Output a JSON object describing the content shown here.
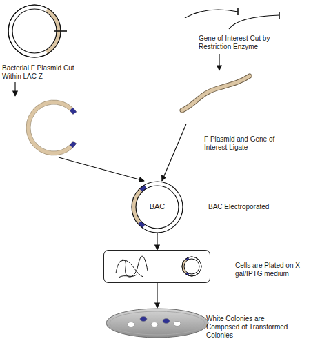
{
  "diagram": {
    "nodes": [
      {
        "text": [
          "Bacterial F Plasmid Cut Within LAC Z"
        ]
      },
      {
        "text": [
          "Gene of Interest Cut by Restriction Enzyme"
        ]
      },
      {
        "text": [
          "BAC",
          "BAC Electroporated"
        ]
      },
      {
        "text": [
          "Cells are Plated on X gal/IPTG medium"
        ]
      },
      {
        "text": [
          "White Colonies are Composed of Transformed Colonies"
        ]
      }
    ],
    "edges": [
      {
        "from": 0,
        "to": 2,
        "arrow": "to"
      },
      {
        "from": 1,
        "to": 2,
        "arrow": "to"
      },
      {
        "from": 2,
        "to": 3,
        "arrow": "to"
      },
      {
        "from": 3,
        "to": 4,
        "arrow": "to"
      }
    ],
    "labels": [
      "F Plasmid and Gene of Interest Ligate"
    ]
  }
}
